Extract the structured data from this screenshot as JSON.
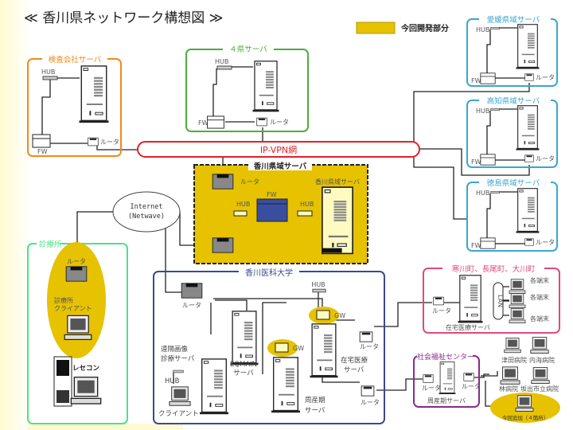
{
  "title": "≪ 香川県ネットワーク構想図 ≫",
  "legend": {
    "label": "今回開発部分",
    "color": "#e6c200"
  },
  "colors": {
    "orange": "#f08a1c",
    "green": "#4caf3a",
    "blue": "#3aa6d0",
    "red": "#e0202a",
    "mint": "#4fe08a",
    "navy": "#3b4a8c",
    "pink": "#e04a7a",
    "purple": "#8a2a8a",
    "highlight": "#e6c200"
  },
  "network": {
    "vpn": "IP-VPN網",
    "internet_line1": "Internet",
    "internet_line2": "(Netwave)"
  },
  "kensa": {
    "title": "検査会社サーバ",
    "hub": "HUB",
    "fw": "FW",
    "router": "ルータ"
  },
  "yonken": {
    "title": "４県サーバ",
    "hub": "HUB",
    "fw": "FW",
    "router": "ルータ"
  },
  "ehime": {
    "title": "愛媛県域サーバ",
    "hub": "HUB",
    "fw": "FW",
    "router": "ルータ"
  },
  "kochi": {
    "title": "高知県域サーバ",
    "hub": "HUB",
    "fw": "FW",
    "router": "ルータ"
  },
  "tokushima": {
    "title": "徳島県域サーバ",
    "hub": "HUB",
    "fw": "FW",
    "router": "ルータ"
  },
  "kagawa": {
    "title": "香川県域サーバ",
    "router": "ルータ",
    "fw": "FW",
    "hub1": "HUB",
    "hub2": "HUB",
    "server": "香川県域サーバ"
  },
  "clinic": {
    "title": "診療所",
    "router": "ルータ",
    "client_line1": "診療所",
    "client_line2": "クライアント",
    "rececon": "レセコン"
  },
  "university": {
    "title": "香川医科大学",
    "router": "ルータ",
    "hub": "HUB",
    "gw1": "GW",
    "gw2": "GW",
    "remote_line1": "遠隔画像",
    "remote_line2": "診療サーバ",
    "client_hub": "HUB",
    "client": "クライアント",
    "eqmain_line1": "EQMAIN",
    "eqmain_line2": "サーバ",
    "home_line1": "在宅医療",
    "home_line2": "サーバ",
    "home_router": "ルータ",
    "perinatal_line1": "周産期",
    "perinatal_line2": "サーバ",
    "perinatal_router": "ルータ"
  },
  "towns": {
    "title": "寒川町、長尾町、大川町",
    "router": "ルータ",
    "server": "在宅医療サーバ",
    "lan": "LAN",
    "terminals": [
      "各端末",
      "各端末",
      "各端末"
    ]
  },
  "welfare": {
    "title": "社会福祉センター",
    "router1": "ルータ",
    "router2": "ルータ",
    "server": "周産期サーバ"
  },
  "hospitals": {
    "tsuda": "津田病院",
    "uchiumi": "内海病院",
    "hayashi": "林病院",
    "sakaide": "坂出市立病院",
    "added": "今回追加（４箇所）"
  }
}
